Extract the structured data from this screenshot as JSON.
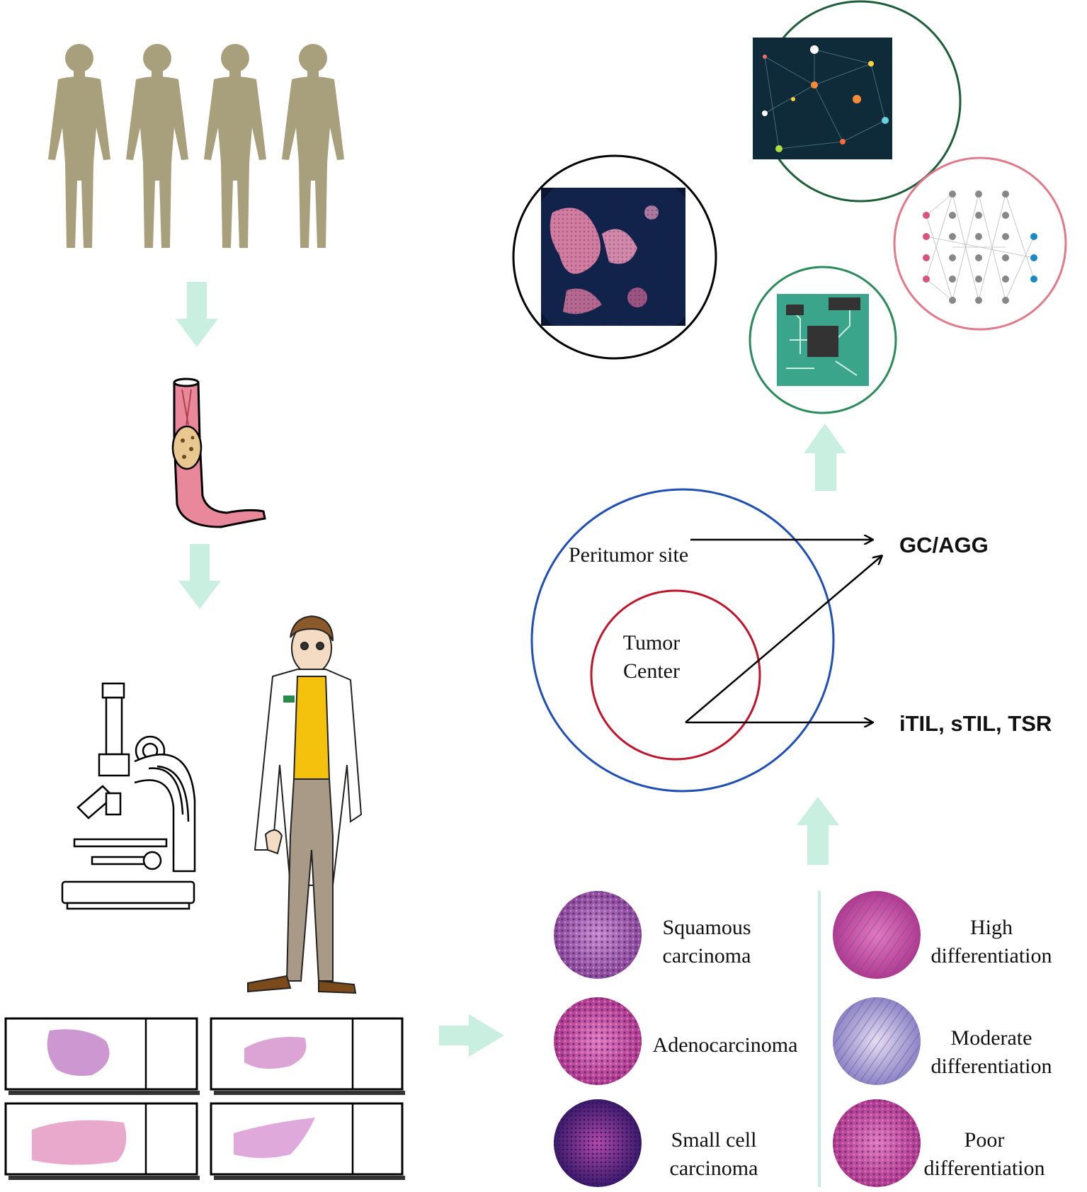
{
  "zones": {
    "peritumor": "Peritumor site",
    "tumor_line1": "Tumor",
    "tumor_line2": "Center"
  },
  "outputs": {
    "gc_agg": "GC/AGG",
    "til_tsr": "iTIL, sTIL, TSR"
  },
  "histology_types": [
    {
      "line1": "Squamous",
      "line2": "carcinoma"
    },
    {
      "line1": "Adenocarcinoma",
      "line2": ""
    },
    {
      "line1": "Small cell",
      "line2": "carcinoma"
    }
  ],
  "differentiation_grades": [
    {
      "line1": "High",
      "line2": "differentiation"
    },
    {
      "line1": "Moderate",
      "line2": "differentiation"
    },
    {
      "line1": "Poor",
      "line2": "differentiation"
    }
  ],
  "colors": {
    "arrow_fill": "#c9efe0",
    "outer_circle": "#1f4fb4",
    "inner_circle": "#c0142c",
    "human_silhouette": "#a8a07c",
    "ai_circle": "#2a8a5c",
    "network_circle": "#e07a8a",
    "chip_green": "#3aa58a",
    "coat_yellow": "#f4c20d",
    "trousers": "#a89a86"
  },
  "icons": [
    "human-silhouette-icon",
    "esophagus-tumor-icon",
    "microscope-icon",
    "pathologist-icon",
    "slide-icon",
    "mif-tissue-icon",
    "network-graph-icon",
    "neural-network-icon",
    "chip-icon",
    "he-stain-icon"
  ]
}
